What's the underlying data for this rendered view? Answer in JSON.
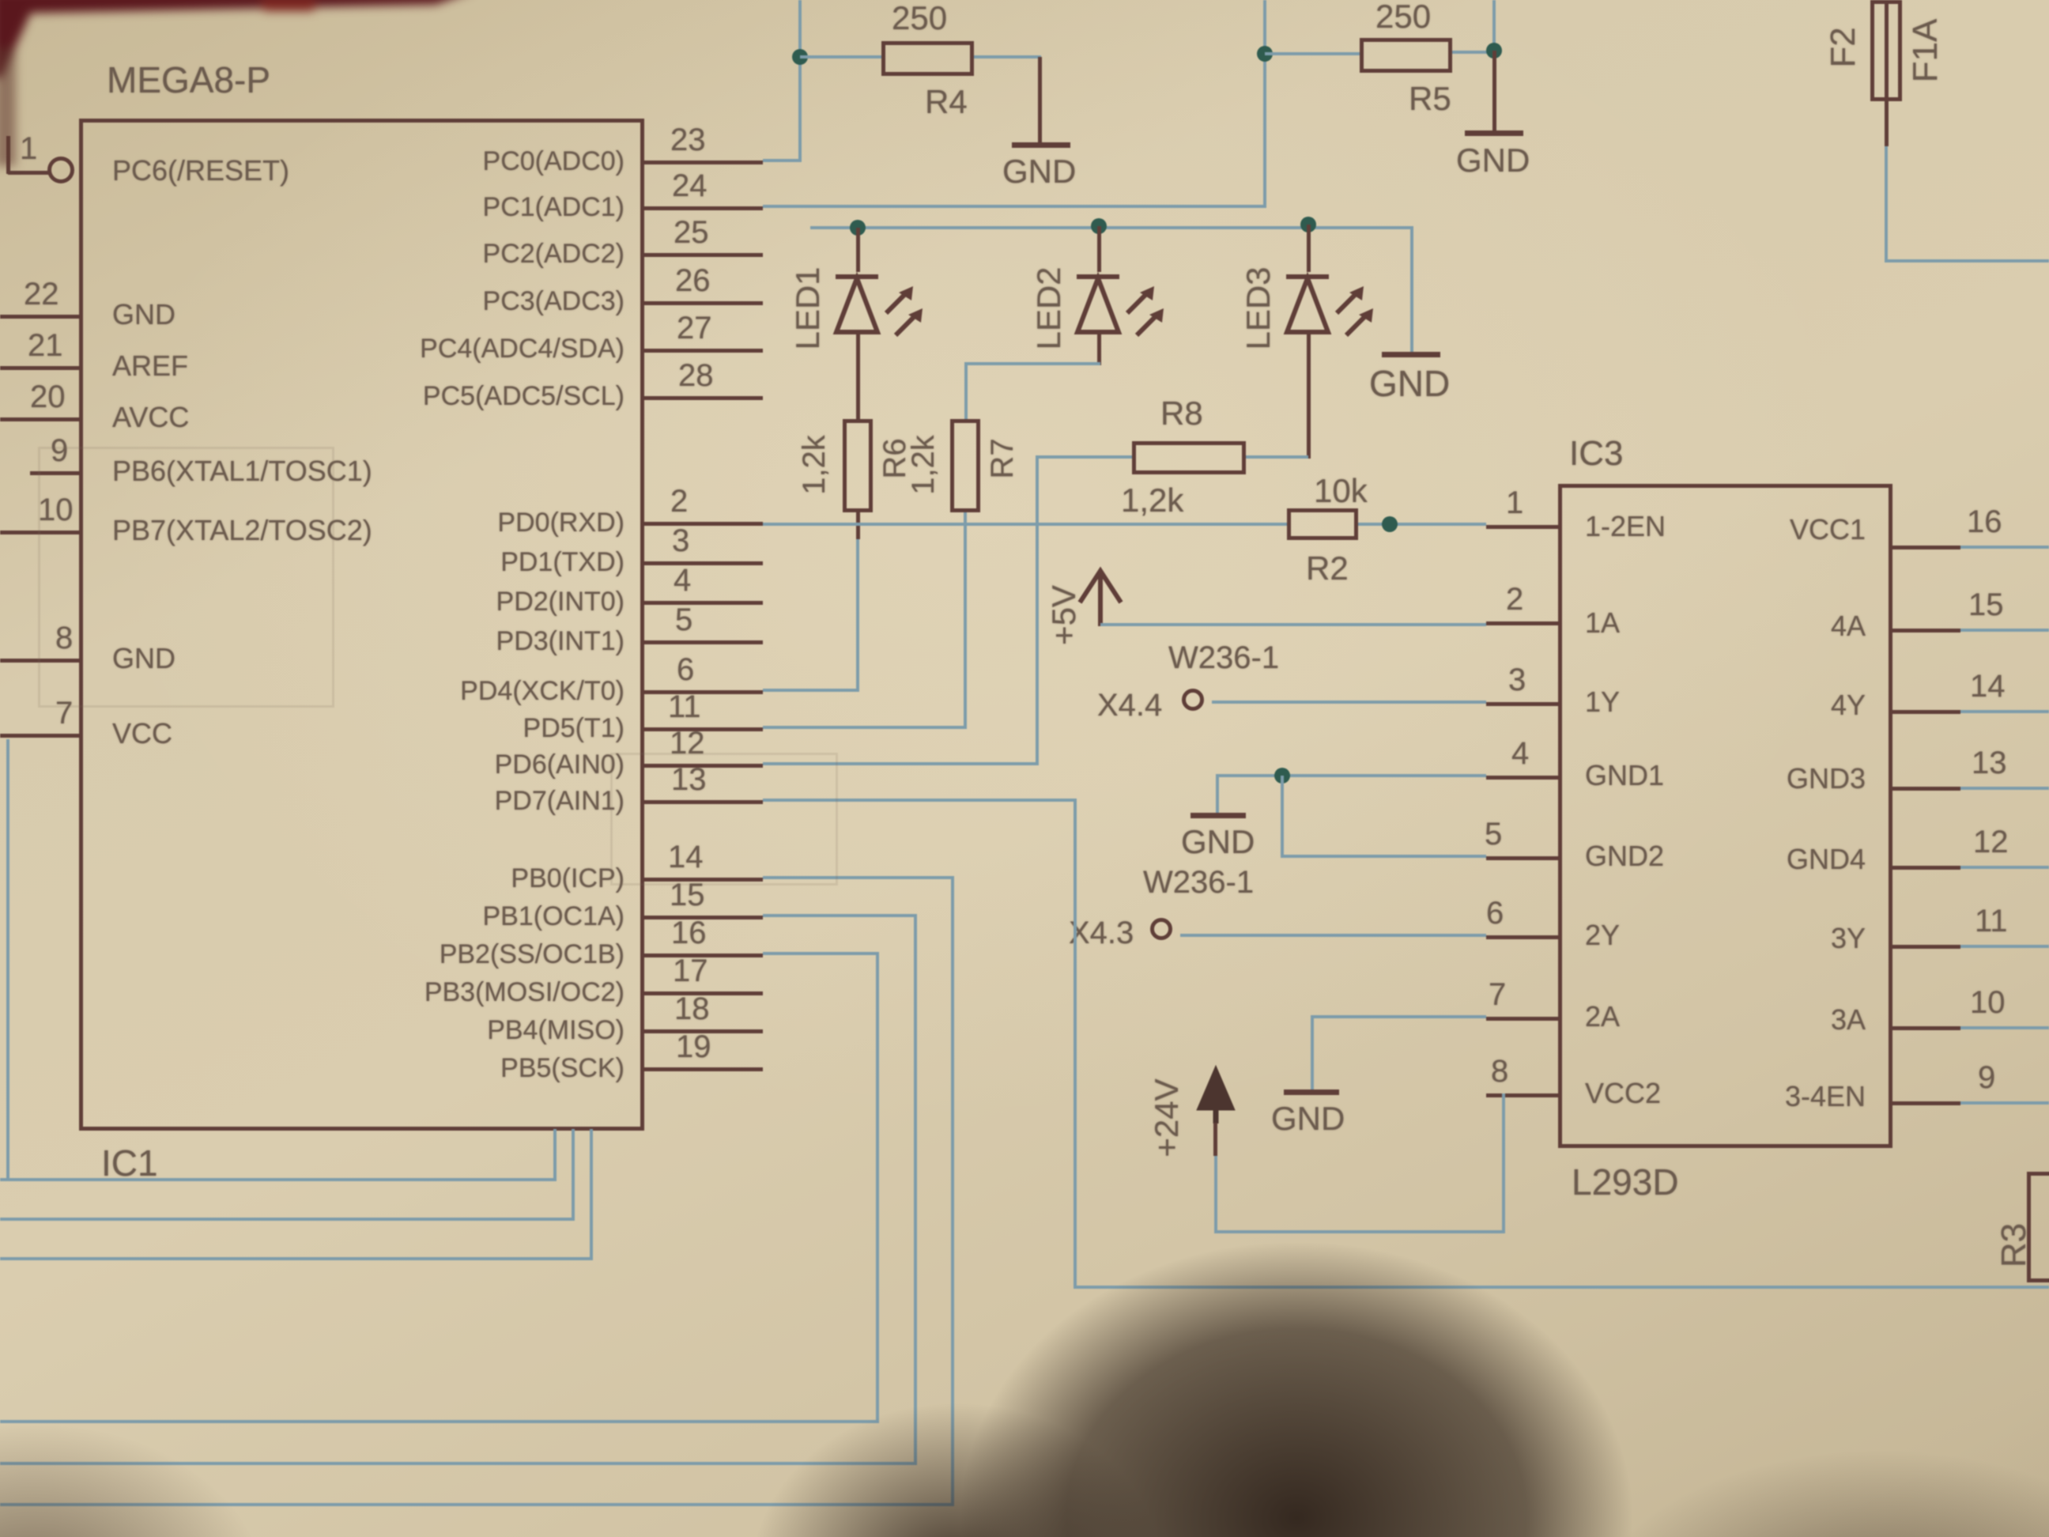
{
  "schematic": {
    "labels": {
      "gnd": "GND"
    },
    "power": {
      "p5": "+5V",
      "p24": "+24V"
    },
    "connectors": {
      "x44": "X4.4",
      "x43": "X4.3",
      "type1": "W236-1",
      "type2": "W236-1"
    },
    "fuse": {
      "f2": "F2",
      "f1a": "F1A"
    },
    "leds": {
      "led1": "LED1",
      "led2": "LED2",
      "led3": "LED3"
    },
    "resistors": {
      "r2": {
        "ref": "R2",
        "value": "10k"
      },
      "r3": {
        "ref": "R3"
      },
      "r4": {
        "ref": "R4",
        "value": "250"
      },
      "r5": {
        "ref": "R5",
        "value": "250"
      },
      "r6": {
        "ref": "R6",
        "value": "1,2k"
      },
      "r7": {
        "ref": "R7",
        "value": "1,2k"
      },
      "r8": {
        "ref": "R8",
        "value": "1,2k"
      }
    },
    "ic1": {
      "ref": "IC1",
      "title": "MEGA8-P",
      "left_pins": [
        {
          "num": "1",
          "label": "PC6(/RESET)"
        },
        {
          "num": "22",
          "label": "GND"
        },
        {
          "num": "21",
          "label": "AREF"
        },
        {
          "num": "20",
          "label": "AVCC"
        },
        {
          "num": "9",
          "label": "PB6(XTAL1/TOSC1)"
        },
        {
          "num": "10",
          "label": "PB7(XTAL2/TOSC2)"
        },
        {
          "num": "8",
          "label": "GND"
        },
        {
          "num": "7",
          "label": "VCC"
        }
      ],
      "right_pins": [
        {
          "num": "23",
          "label": "PC0(ADC0)"
        },
        {
          "num": "24",
          "label": "PC1(ADC1)"
        },
        {
          "num": "25",
          "label": "PC2(ADC2)"
        },
        {
          "num": "26",
          "label": "PC3(ADC3)"
        },
        {
          "num": "27",
          "label": "PC4(ADC4/SDA)"
        },
        {
          "num": "28",
          "label": "PC5(ADC5/SCL)"
        },
        {
          "num": "2",
          "label": "PD0(RXD)"
        },
        {
          "num": "3",
          "label": "PD1(TXD)"
        },
        {
          "num": "4",
          "label": "PD2(INT0)"
        },
        {
          "num": "5",
          "label": "PD3(INT1)"
        },
        {
          "num": "6",
          "label": "PD4(XCK/T0)"
        },
        {
          "num": "11",
          "label": "PD5(T1)"
        },
        {
          "num": "12",
          "label": "PD6(AIN0)"
        },
        {
          "num": "13",
          "label": "PD7(AIN1)"
        },
        {
          "num": "14",
          "label": "PB0(ICP)"
        },
        {
          "num": "15",
          "label": "PB1(OC1A)"
        },
        {
          "num": "16",
          "label": "PB2(SS/OC1B)"
        },
        {
          "num": "17",
          "label": "PB3(MOSI/OC2)"
        },
        {
          "num": "18",
          "label": "PB4(MISO)"
        },
        {
          "num": "19",
          "label": "PB5(SCK)"
        }
      ]
    },
    "ic3": {
      "ref": "IC3",
      "part": "L293D",
      "left_pins": [
        {
          "num": "1",
          "label": "1-2EN"
        },
        {
          "num": "2",
          "label": "1A"
        },
        {
          "num": "3",
          "label": "1Y"
        },
        {
          "num": "4",
          "label": "GND1"
        },
        {
          "num": "5",
          "label": "GND2"
        },
        {
          "num": "6",
          "label": "2Y"
        },
        {
          "num": "7",
          "label": "2A"
        },
        {
          "num": "8",
          "label": "VCC2"
        }
      ],
      "right_pins": [
        {
          "num": "16",
          "label": "VCC1"
        },
        {
          "num": "15",
          "label": "4A"
        },
        {
          "num": "14",
          "label": "4Y"
        },
        {
          "num": "13",
          "label": "GND3"
        },
        {
          "num": "12",
          "label": "GND4"
        },
        {
          "num": "11",
          "label": "3Y"
        },
        {
          "num": "10",
          "label": "3A"
        },
        {
          "num": "9",
          "label": "3-4EN"
        }
      ]
    }
  }
}
